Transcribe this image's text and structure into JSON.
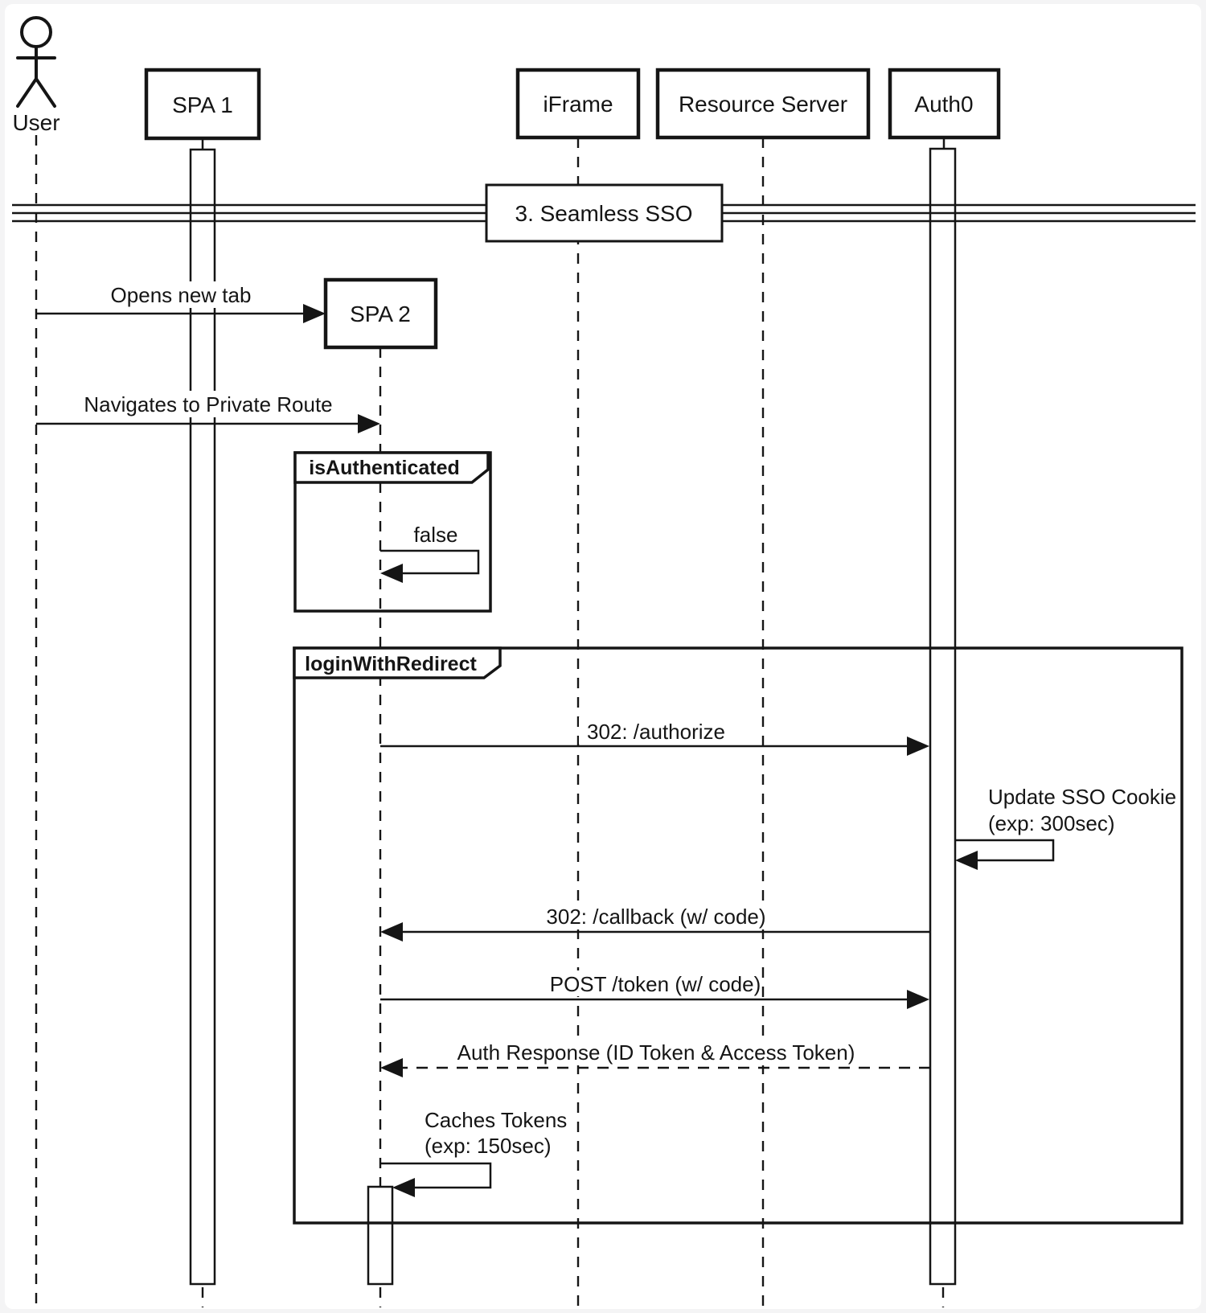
{
  "colors": {
    "background": "#f4f4f5",
    "canvas": "#ffffff",
    "ink": "#151515"
  },
  "section_title": "3. Seamless SSO",
  "participants": {
    "user": "User",
    "spa1": "SPA 1",
    "iframe": "iFrame",
    "resource_server": "Resource Server",
    "auth0": "Auth0",
    "spa2": "SPA 2"
  },
  "fragments": {
    "is_authenticated": "isAuthenticated",
    "login_with_redirect": "loginWithRedirect"
  },
  "messages": {
    "opens_new_tab": "Opens new tab",
    "navigates": "Navigates to Private Route",
    "false_return": "false",
    "authorize": "302: /authorize",
    "update_cookie_line1": "Update SSO Cookie",
    "update_cookie_line2": "(exp: 300sec)",
    "callback": "302: /callback (w/ code)",
    "post_token": "POST /token (w/ code)",
    "auth_response": "Auth Response (ID Token & Access Token)",
    "caches_line1": "Caches Tokens",
    "caches_line2": "(exp: 150sec)"
  }
}
